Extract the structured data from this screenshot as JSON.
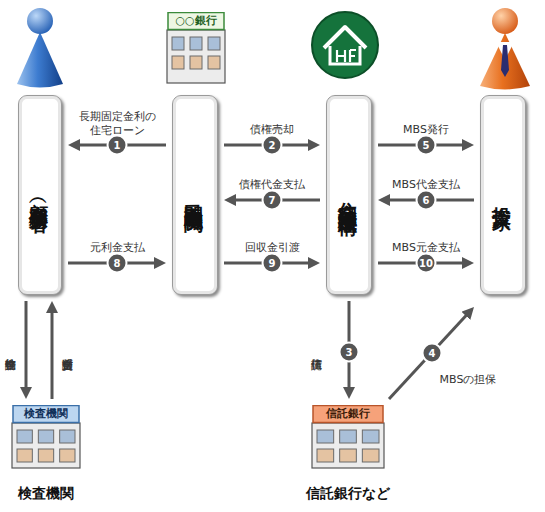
{
  "diagram": {
    "nodes": [
      {
        "text": [
          "○○銀行"
        ]
      },
      {
        "text": [
          "顧客（債務者）"
        ]
      },
      {
        "text": [
          "民間金融機関"
        ]
      },
      {
        "text": [
          "住宅金融支援機構"
        ]
      },
      {
        "text": [
          "投資家"
        ]
      },
      {
        "text": [
          "検査機関",
          "検査機関"
        ]
      },
      {
        "text": [
          "信託銀行",
          "信託銀行など"
        ]
      }
    ],
    "edges": [
      {
        "from": 2,
        "to": 1,
        "arrow": "to",
        "label": "長期固定金利の住宅ローン"
      },
      {
        "from": 2,
        "to": 3,
        "arrow": "to",
        "label": "債権売却"
      },
      {
        "from": 3,
        "to": 4,
        "arrow": "to",
        "label": "MBS発行"
      },
      {
        "from": 3,
        "to": 2,
        "arrow": "to",
        "label": "債権代金支払"
      },
      {
        "from": 4,
        "to": 3,
        "arrow": "to",
        "label": "MBS代金支払"
      },
      {
        "from": 1,
        "to": 2,
        "arrow": "to",
        "label": "元利金支払"
      },
      {
        "from": 2,
        "to": 3,
        "arrow": "to",
        "label": "回収金引渡"
      },
      {
        "from": 3,
        "to": 4,
        "arrow": "to",
        "label": "MBS元金支払"
      },
      {
        "from": 3,
        "to": 6,
        "arrow": "to",
        "label": "債権信託"
      },
      {
        "from": 6,
        "to": 4,
        "arrow": "to",
        "label": "MBSの担保"
      },
      {
        "from": 1,
        "to": 5,
        "arrow": "to",
        "label": "物件検査申請"
      },
      {
        "from": 5,
        "to": 1,
        "arrow": "to",
        "label": "適合証明書交付"
      }
    ],
    "labels": [
      "1",
      "2",
      "5",
      "7",
      "6",
      "8",
      "9",
      "10",
      "3",
      "4"
    ]
  }
}
